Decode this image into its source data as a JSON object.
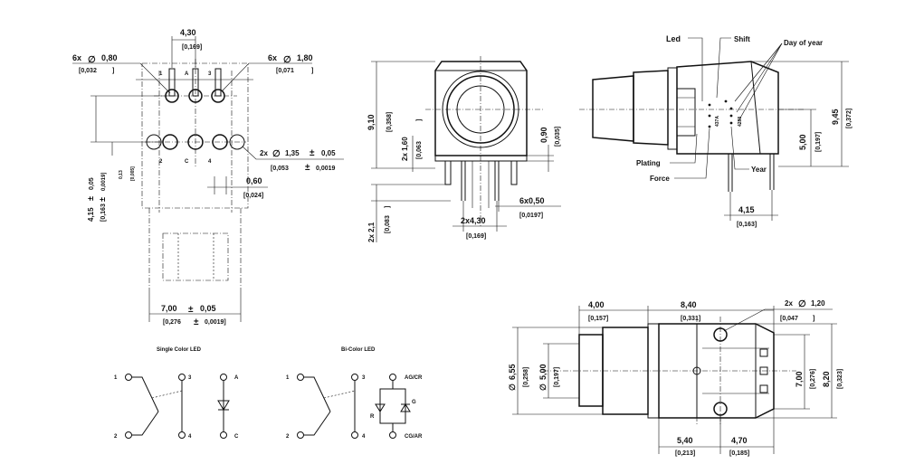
{
  "top_view": {
    "dim_pitch": "4,30",
    "dim_pitch_in": "[0,169]",
    "hole_small": "6x",
    "hole_small_d": "0,80",
    "hole_small_in": "[0,032",
    "hole_small_in_close": "]",
    "hole_large": "6x",
    "hole_large_d": "1,80",
    "hole_large_in": "[0,071",
    "hole_large_in_close": "]",
    "pin1": "1",
    "pinA": "A",
    "pin3": "3",
    "pin2": "2",
    "pinC": "C",
    "pin4": "4",
    "mount_hole": "2x",
    "mount_hole_d": "1,35",
    "mount_tol": "0,05",
    "mount_in": "[0,053",
    "mount_in_tol": "0,0019",
    "dim_060": "0,60",
    "dim_060_in": "[0,024]",
    "dim_415": "4,15",
    "dim_415_tol": "0,05",
    "dim_415_in": "[0,163",
    "dim_415_in_tol": "0,0019]",
    "dim_013": "0,13",
    "dim_013_in": "[0,005]",
    "dim_700": "7,00",
    "dim_700_tol": "0,05",
    "dim_700_in": "[0,276",
    "dim_700_in_tol": "0,0019]"
  },
  "front_view": {
    "dim_910": "9,10",
    "dim_910_in": "[0,358]",
    "dim_160": "2x  1,60",
    "dim_160_in": "[0,063",
    "dim_160_in_close": "]",
    "dim_090": "0,90",
    "dim_090_in": "[0,035]",
    "dim_21": "2x  2,1",
    "dim_21_in": "[0,083",
    "dim_21_in_close": "]",
    "dim_430": "2x4,30",
    "dim_430_in": "[0,169]",
    "dim_050": "6x0,50",
    "dim_050_in": "[0,0197]"
  },
  "side_view": {
    "label_led": "Led",
    "label_shift": "Shift",
    "label_day": "Day of year",
    "label_plating": "Plating",
    "label_force": "Force",
    "label_year": "Year",
    "mark_437": "437A",
    "mark_4288": "4288",
    "dim_945": "9,45",
    "dim_945_in": "[0,372]",
    "dim_500": "5,00",
    "dim_500_in": "[0,197]",
    "dim_415": "4,15",
    "dim_415_in": "[0,163]"
  },
  "bottom_view": {
    "dim_400": "4,00",
    "dim_400_in": "[0,157]",
    "dim_840": "8,40",
    "dim_840_in": "[0,331]",
    "dim_hole": "2x",
    "dim_hole_d": "1,20",
    "dim_hole_in": "[0,047",
    "dim_hole_in_close": "]",
    "dim_655": "6,55",
    "dim_655_in": "[0,258]",
    "dim_500": "5,00",
    "dim_500_in": "[0,197]",
    "dim_700": "7,00",
    "dim_700_in": "[0,276]",
    "dim_820": "8,20",
    "dim_820_in": "[0,323]",
    "dim_540": "5,40",
    "dim_540_in": "[0,213]",
    "dim_470": "4,70",
    "dim_470_in": "[0,185]"
  },
  "single_led": {
    "title": "Single Color LED",
    "p1": "1",
    "p2": "2",
    "p3": "3",
    "p4": "4",
    "pA": "A",
    "pC": "C"
  },
  "bicolor_led": {
    "title": "Bi-Color LED",
    "p1": "1",
    "p2": "2",
    "p3": "3",
    "p4": "4",
    "agcr": "AG/CR",
    "g": "G",
    "r": "R",
    "cgar": "CG/AR"
  },
  "symbols": {
    "diameter": "∅",
    "plusminus": "±"
  }
}
